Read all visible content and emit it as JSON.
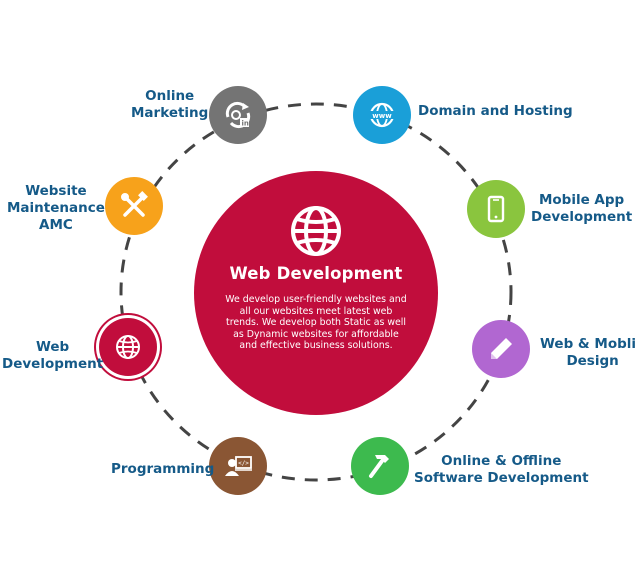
{
  "center": {
    "title": "Web Development",
    "description": "We develop user-friendly websites and all our websites meet latest web trends. We develop both Static as well as Dynamic websites for affordable and effective business solutions.",
    "color": "#c10d3c",
    "icon": "globe-icon"
  },
  "nodes": [
    {
      "key": "online-marketing",
      "label_lines": [
        "Online",
        "Marketing"
      ],
      "color": "#747474",
      "icon": "marketing-icon"
    },
    {
      "key": "domain-hosting",
      "label_lines": [
        "Domain and Hosting"
      ],
      "color": "#1a9fd8",
      "icon": "www-icon"
    },
    {
      "key": "mobile-app",
      "label_lines": [
        "Mobile App",
        "Development"
      ],
      "color": "#8ac53e",
      "icon": "mobile-icon"
    },
    {
      "key": "web-mobile-design",
      "label_lines": [
        "Web & Moblie",
        "Design"
      ],
      "color": "#b167d1",
      "icon": "pencil-icon"
    },
    {
      "key": "software-dev",
      "label_lines": [
        "Online & Offline",
        "Software Development"
      ],
      "color": "#3dba4e",
      "icon": "hammer-icon"
    },
    {
      "key": "programming",
      "label_lines": [
        "Programming"
      ],
      "color": "#8a5634",
      "icon": "programmer-icon"
    },
    {
      "key": "web-development",
      "label_lines": [
        "Web",
        "Development"
      ],
      "color": "#c10d3c",
      "icon": "globe-icon"
    },
    {
      "key": "website-maintenance",
      "label_lines": [
        "Website",
        "Maintenance",
        "AMC"
      ],
      "color": "#f7a21b",
      "icon": "tools-icon"
    }
  ],
  "colors": {
    "label_text": "#155a88",
    "ring_dash": "#444444"
  }
}
